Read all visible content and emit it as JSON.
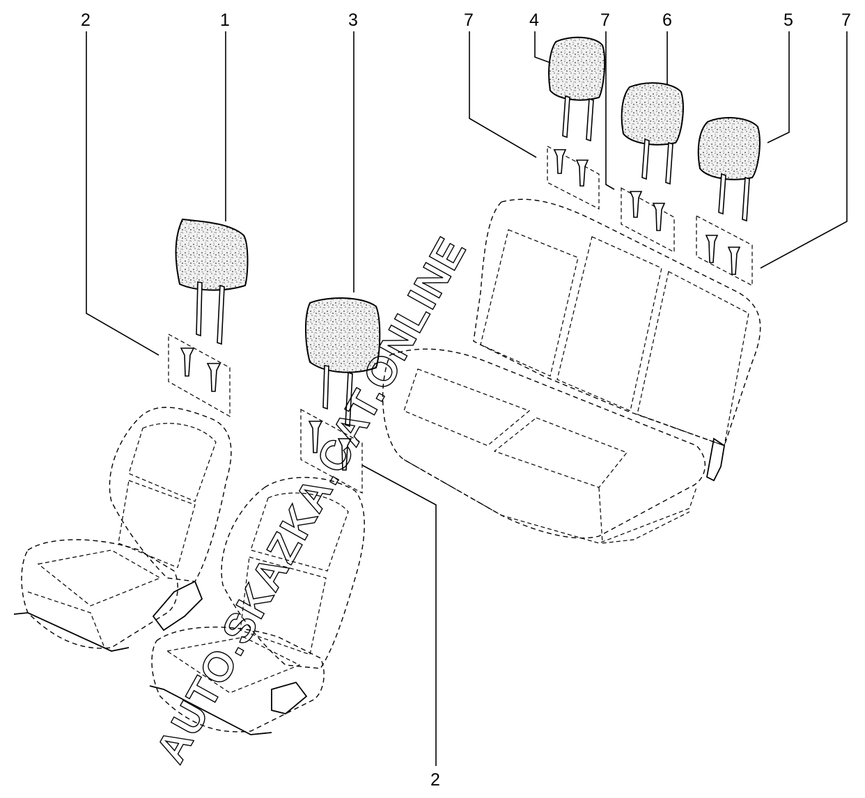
{
  "callouts": [
    {
      "id": "c2a",
      "label": "2"
    },
    {
      "id": "c1",
      "label": "1"
    },
    {
      "id": "c3",
      "label": "3"
    },
    {
      "id": "c7a",
      "label": "7"
    },
    {
      "id": "c4",
      "label": "4"
    },
    {
      "id": "c7b",
      "label": "7"
    },
    {
      "id": "c6",
      "label": "6"
    },
    {
      "id": "c5",
      "label": "5"
    },
    {
      "id": "c7c",
      "label": "7"
    },
    {
      "id": "c2b",
      "label": "2"
    }
  ],
  "watermark": "AUTO.SKAZKA.CAT.ONLINE"
}
